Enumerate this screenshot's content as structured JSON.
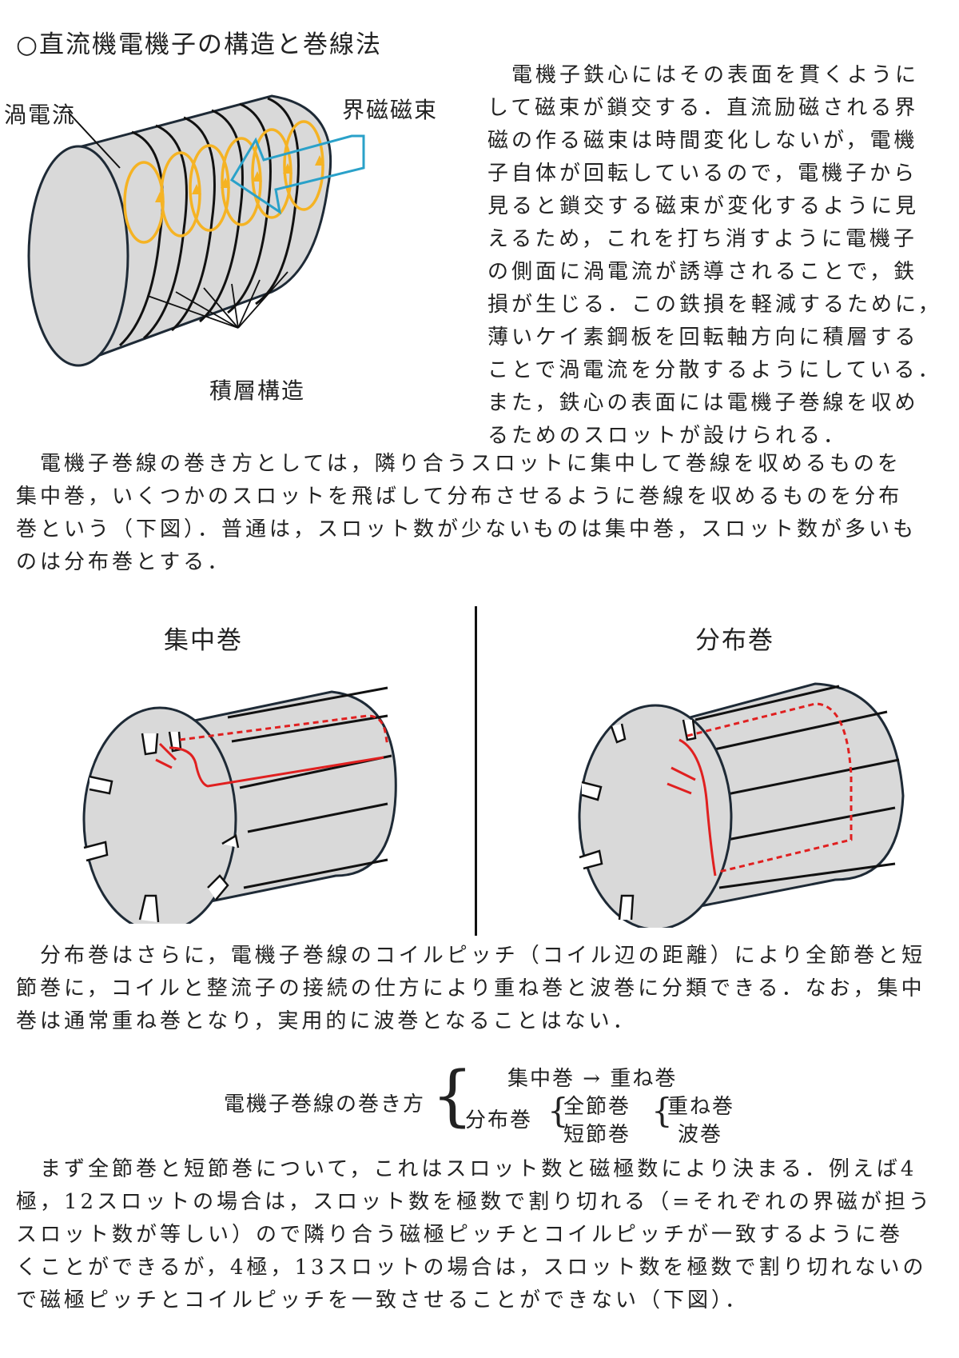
{
  "header": {
    "title": "○直流機電機子の構造と巻線法"
  },
  "figure1": {
    "label_eddy": "渦電流",
    "label_flux": "界磁磁束",
    "label_laminated": "積層構造"
  },
  "paragraphs": {
    "p1_lines": [
      "　電機子鉄心にはその表面を貫くように",
      "して磁束が鎖交する．直流励磁される界",
      "磁の作る磁束は時間変化しないが，電機",
      "子自体が回転しているので，電機子から",
      "見ると鎖交する磁束が変化するように見",
      "えるため，これを打ち消すように電機子",
      "の側面に渦電流が誘導されることで，鉄",
      "損が生じる．この鉄損を軽減するために，",
      "薄いケイ素鋼板を回転軸方向に積層する",
      "ことで渦電流を分散するようにしている．",
      "また，鉄心の表面には電機子巻線を収め",
      "るためのスロットが設けられる．"
    ],
    "p2_lines": [
      "　電機子巻線の巻き方としては，隣り合うスロットに集中して巻線を収めるものを",
      "集中巻，いくつかのスロットを飛ばして分布させるように巻線を収めるものを分布",
      "巻という（下図）．普通は，スロット数が少ないものは集中巻，スロット数が多いも",
      "のは分布巻とする．"
    ],
    "p3_lines": [
      "　分布巻はさらに，電機子巻線のコイルピッチ（コイル辺の距離）により全節巻と短",
      "節巻に，コイルと整流子の接続の仕方により重ね巻と波巻に分類できる．なお，集中",
      "巻は通常重ね巻となり，実用的に波巻となることはない．"
    ],
    "p4_lines": [
      "　まず全節巻と短節巻について，これはスロット数と磁極数により決まる．例えば4",
      "極，12スロットの場合は，スロット数を極数で割り切れる（=それぞれの界磁が担う",
      "スロット数が等しい）ので隣り合う磁極ピッチとコイルピッチが一致するように巻",
      "くことができるが，4極，13スロットの場合は，スロット数を極数で割り切れないの",
      "で磁極ピッチとコイルピッチを一致させることができない（下図）．"
    ]
  },
  "figure2": {
    "left_title": "集中巻",
    "right_title": "分布巻"
  },
  "classification": {
    "root": "電機子巻線の巻き方",
    "concentrated": "集中巻 → 重ね巻",
    "distributed": "分布巻",
    "full_pitch": "全節巻",
    "short_pitch": "短節巻",
    "lap": "重ね巻",
    "wave": "波巻"
  },
  "colors": {
    "eddy": "#f5b324",
    "flux": "#2aa1c9",
    "coil": "#e02020",
    "drum": "#d9d9d9",
    "outline": "#1e2a36"
  }
}
